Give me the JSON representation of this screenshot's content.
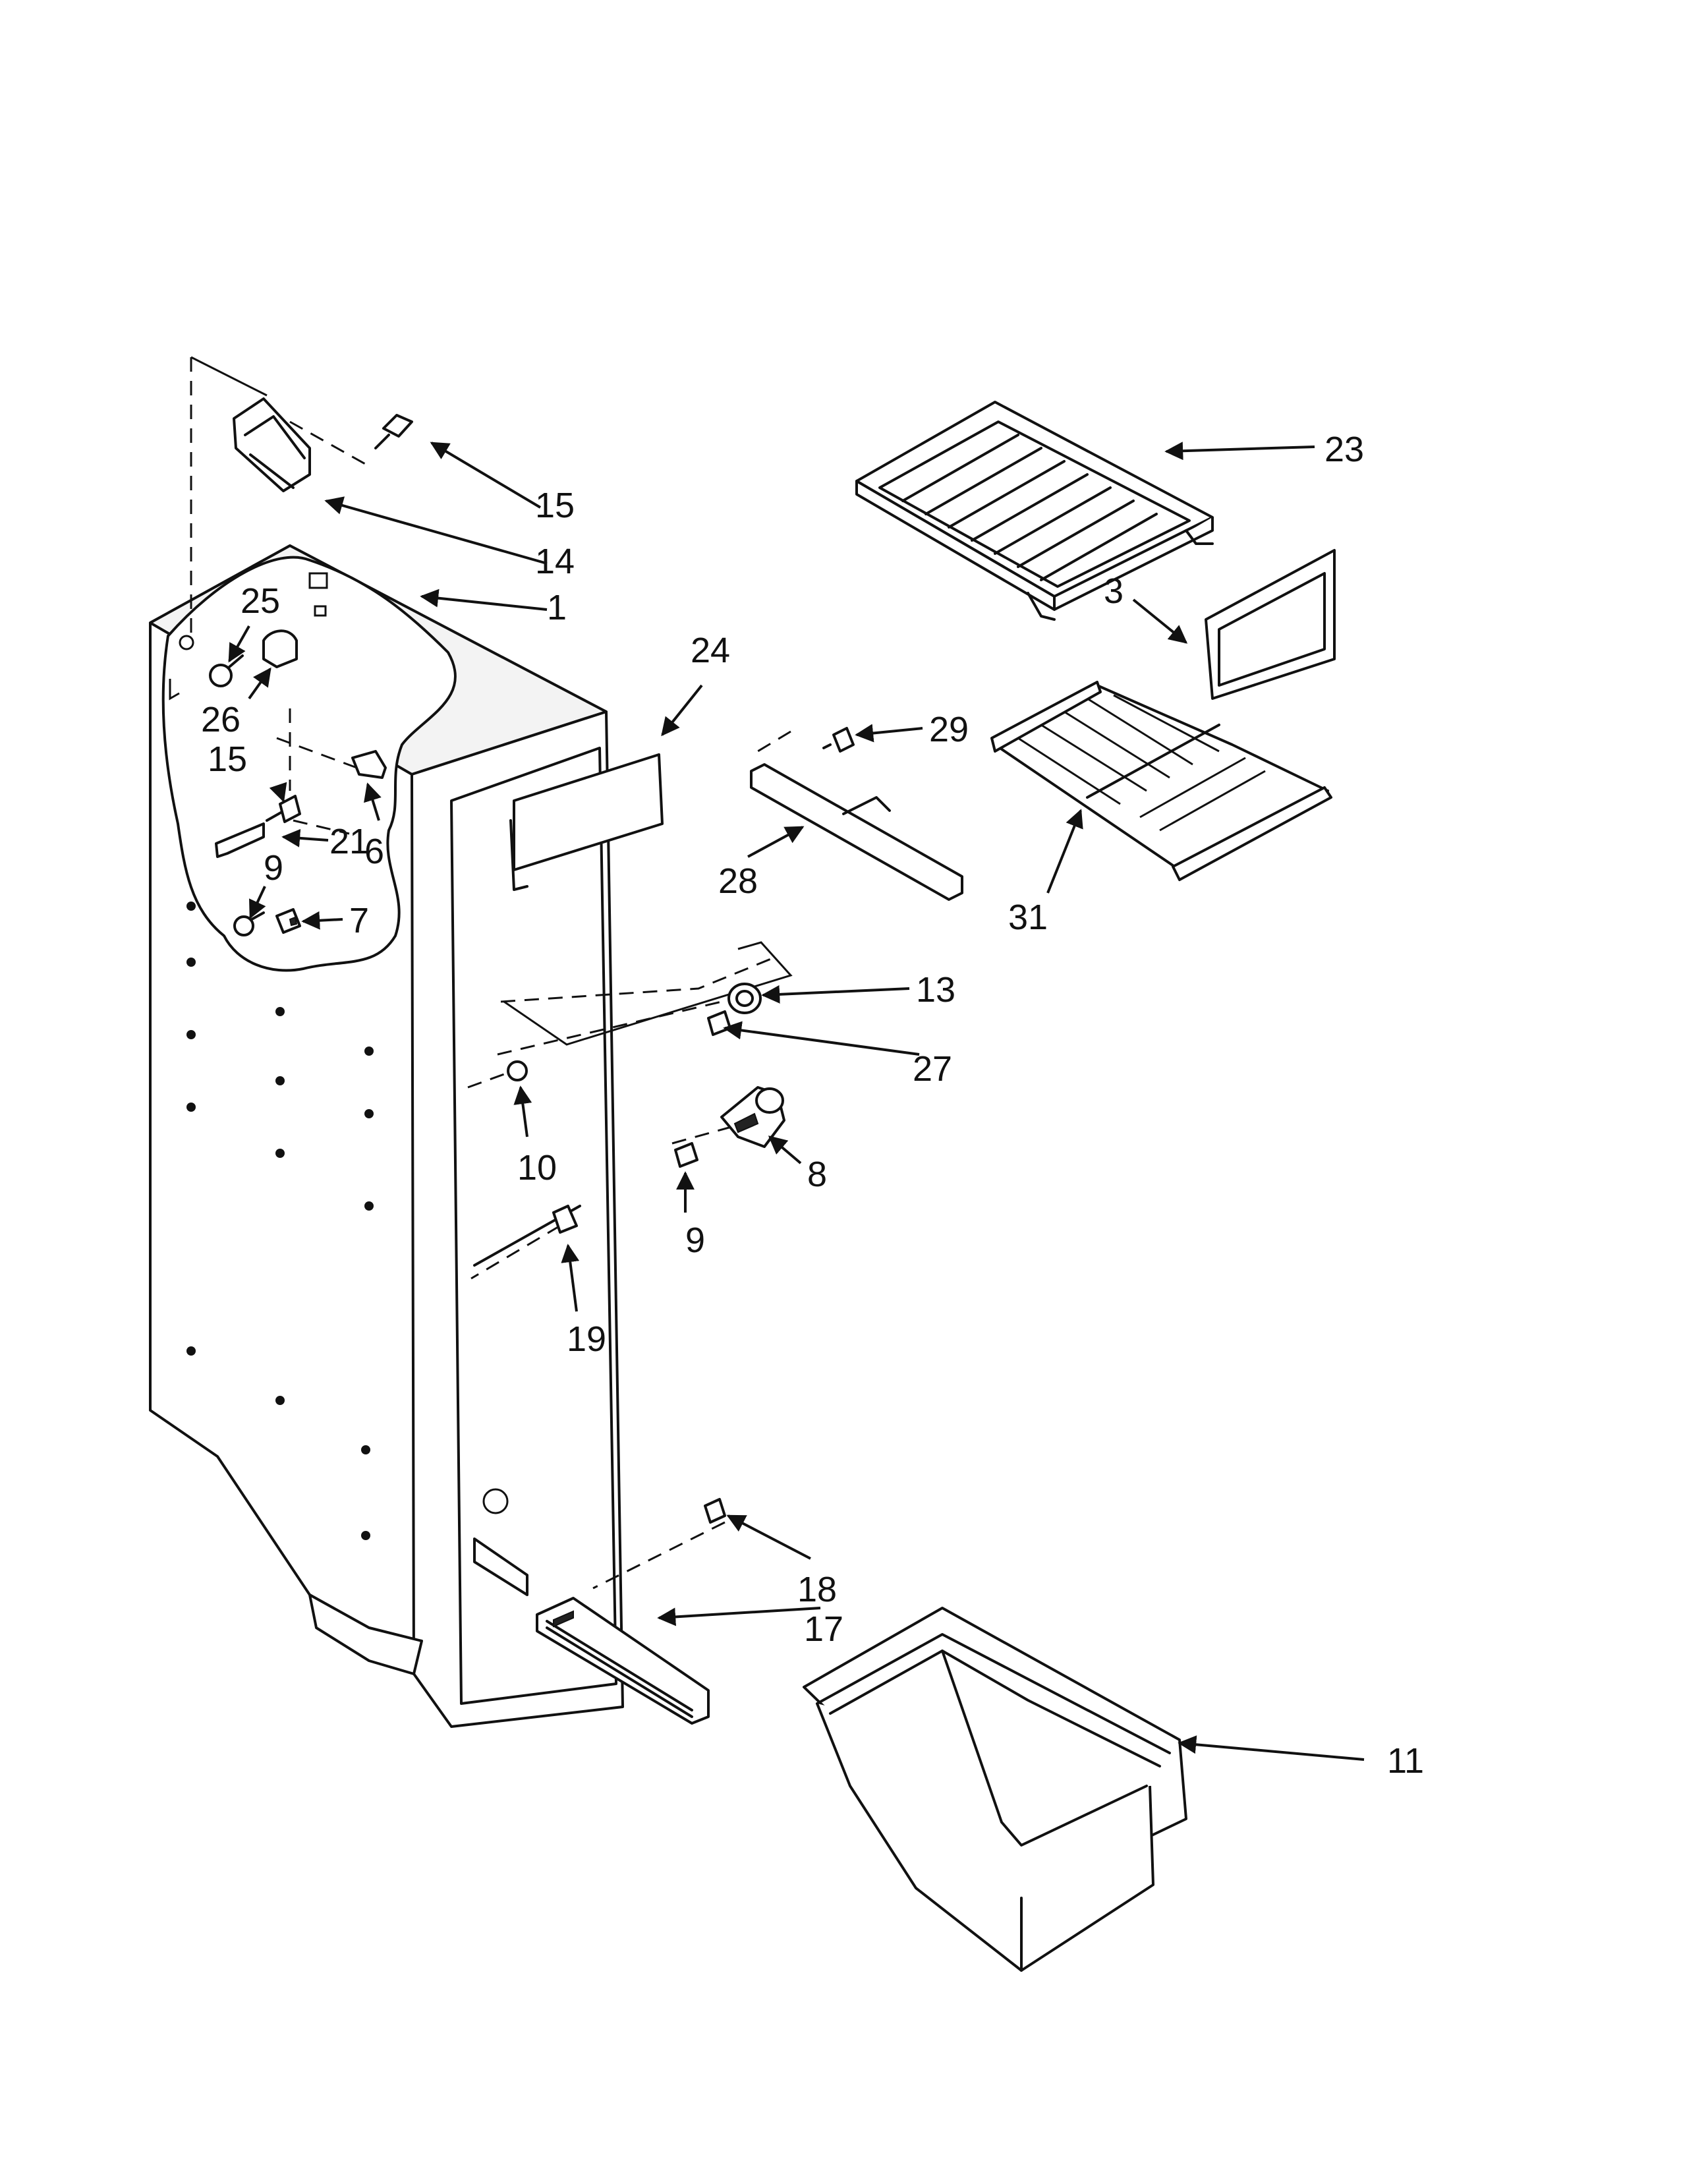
{
  "callouts": {
    "c1": "1",
    "c3": "3",
    "c6": "6",
    "c7": "7",
    "c8": "8",
    "c9a": "9",
    "c9b": "9",
    "c10": "10",
    "c11": "11",
    "c13": "13",
    "c14": "14",
    "c15a": "15",
    "c15b": "15",
    "c17": "17",
    "c18": "18",
    "c19": "19",
    "c21": "21",
    "c23": "23",
    "c24": "24",
    "c25": "25",
    "c26": "26",
    "c27": "27",
    "c28": "28",
    "c29": "29",
    "c31": "31"
  }
}
